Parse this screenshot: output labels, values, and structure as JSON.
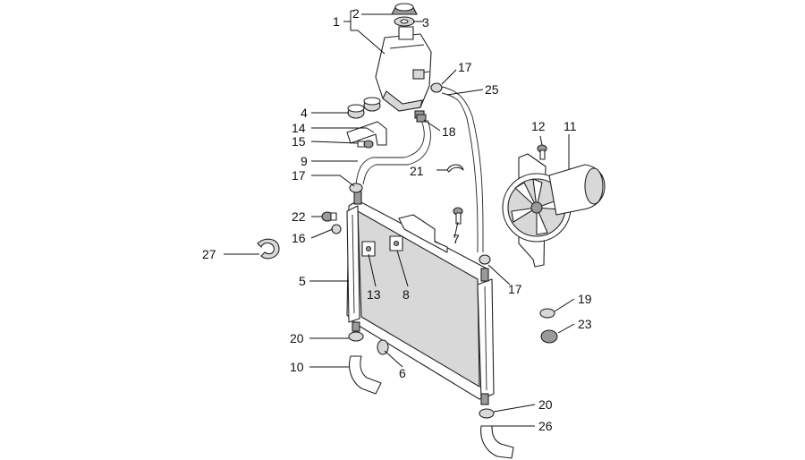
{
  "callouts": {
    "c1": "1",
    "c2": "2",
    "c3": "3",
    "c4": "4",
    "c5": "5",
    "c6": "6",
    "c7": "7",
    "c8": "8",
    "c9": "9",
    "c10": "10",
    "c11": "11",
    "c12": "12",
    "c13": "13",
    "c14": "14",
    "c15": "15",
    "c16": "16",
    "c17a": "17",
    "c17b": "17",
    "c17c": "17",
    "c18": "18",
    "c19": "19",
    "c20a": "20",
    "c20b": "20",
    "c21": "21",
    "c22": "22",
    "c23": "23",
    "c25": "25",
    "c26": "26",
    "c27": "27"
  }
}
